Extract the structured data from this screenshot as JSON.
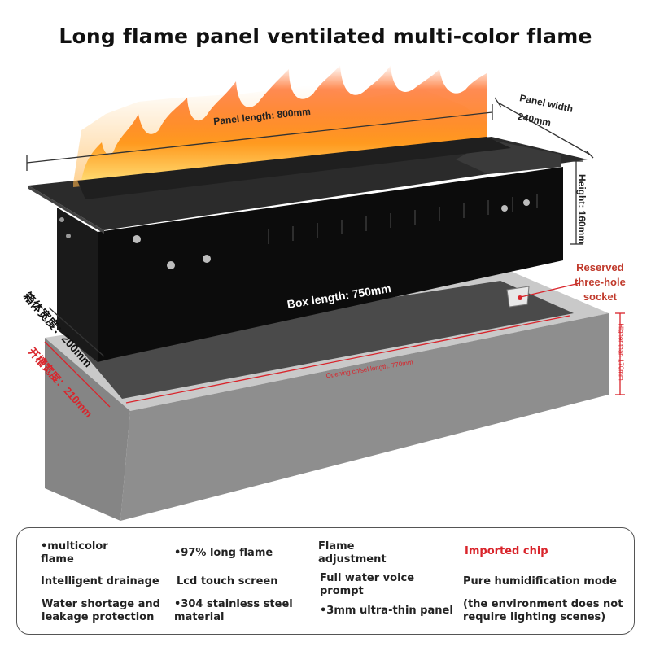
{
  "title": "Long flame panel ventilated multi-color flame",
  "dimensions": {
    "panel_length": "Panel length: 800mm",
    "panel_width_1": "Panel width",
    "panel_width_2": "240mm",
    "height": "Height: 160mm",
    "box_length": "Box length: 750mm",
    "box_width": "箱体宽度：200mm",
    "opening_width": "开槽宽度：210mm",
    "opening_length": "Opening chisel length: 770mm",
    "higher_than": "Higher than 170mm"
  },
  "socket": {
    "line1": "Reserved",
    "line2": "three-hole",
    "line3": "socket"
  },
  "features": [
    [
      "•multicolor",
      "flame"
    ],
    [
      "•97% long flame"
    ],
    [
      "Flame",
      "adjustment"
    ],
    [
      "Imported chip"
    ],
    [
      "Intelligent drainage"
    ],
    [
      "Lcd touch screen"
    ],
    [
      "Full water voice",
      "prompt"
    ],
    [
      "Pure humidification mode"
    ],
    [
      "Water shortage and",
      "leakage protection"
    ],
    [
      "304 stainless steel",
      "material"
    ],
    [
      "•3mm ultra-thin panel"
    ],
    [
      "(the environment does not",
      "require lighting scenes)"
    ]
  ],
  "colors": {
    "accent_red": "#d9242b",
    "body_black": "#111111",
    "wall_gray": "#8e8e8e",
    "flame_orange": "#ff7a10"
  }
}
